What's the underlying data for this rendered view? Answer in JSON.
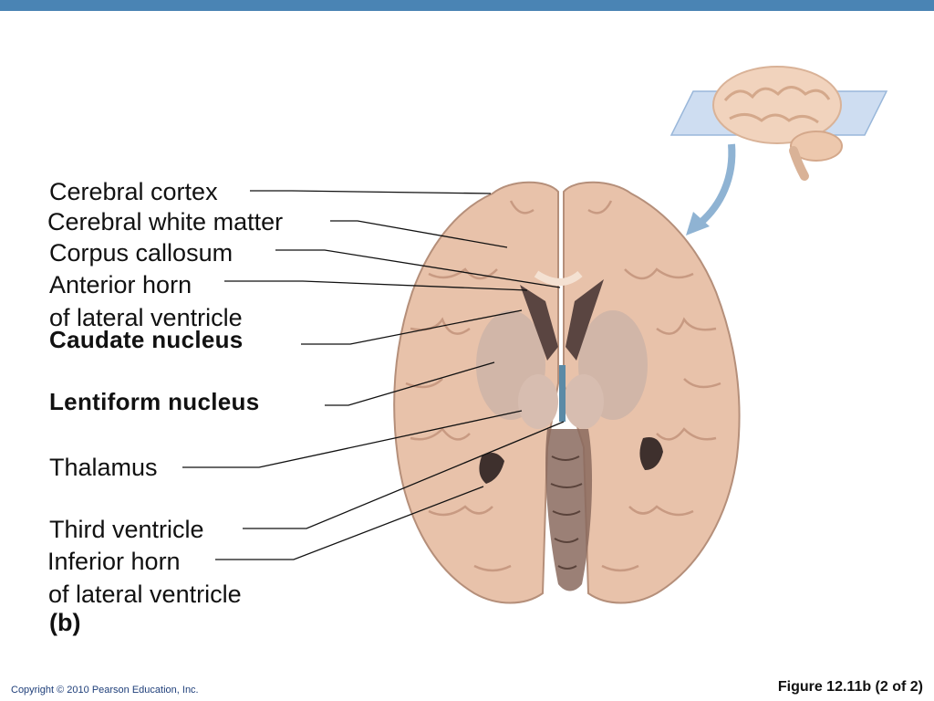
{
  "labels": {
    "cerebral_cortex": "Cerebral cortex",
    "cerebral_white_matter": "Cerebral white matter",
    "corpus_callosum": "Corpus callosum",
    "anterior_horn_1": "Anterior horn",
    "anterior_horn_2": "of lateral ventricle",
    "caudate_nucleus": "Caudate nucleus",
    "lentiform_nucleus": "Lentiform nucleus",
    "thalamus": "Thalamus",
    "third_ventricle": "Third ventricle",
    "inferior_horn_1": "Inferior horn",
    "inferior_horn_2": "of lateral ventricle"
  },
  "panel_label": "(b)",
  "footer": {
    "copyright": "Copyright © 2010 Pearson Education, Inc.",
    "figure": "Figure 12.11b (2 of 2)"
  },
  "colors": {
    "top_bar": "#4a84b4",
    "tissue": "#e8c2aa",
    "tissue_dark": "#c9a089",
    "gray_matter": "#cdb4a8",
    "ventricle": "#4a3a36",
    "plane": "#c9daf0",
    "arrow": "#7fa6c9"
  }
}
